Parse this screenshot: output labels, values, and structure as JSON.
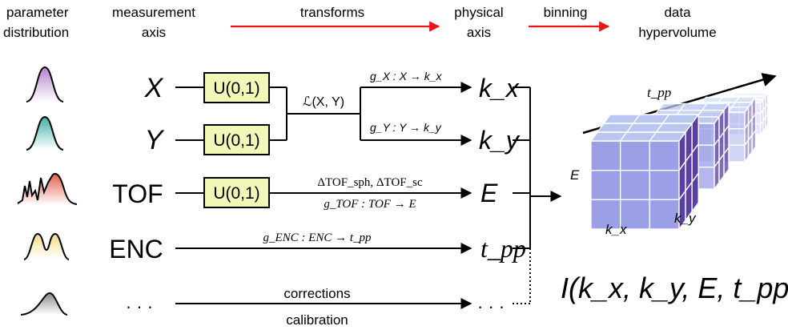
{
  "headers": {
    "parameter_distribution": [
      "parameter",
      "distribution"
    ],
    "measurement_axis": [
      "measurement",
      "axis"
    ],
    "transforms": "transforms",
    "physical_axis": [
      "physical",
      "axis"
    ],
    "binning": "binning",
    "data_hypervolume": [
      "data",
      "hypervolume"
    ]
  },
  "measurement_axes": [
    "X",
    "Y",
    "TOF",
    "ENC",
    "· · ·"
  ],
  "uniform_box_label": "U(0,1)",
  "correlation_label": "ℒ(X, Y)",
  "transforms": {
    "gx": "g_X : X → k_x",
    "gy": "g_Y : Y → k_y",
    "tof_top": "ΔTOF_sph, ΔTOF_sc",
    "tof_bottom": "g_TOF : TOF → E",
    "enc": "g_ENC : ENC → t_pp",
    "corrections": "corrections",
    "calibration": "calibration"
  },
  "physical_axes": [
    "k_x",
    "k_y",
    "E",
    "t_pp",
    "· · ·"
  ],
  "cube_labels": {
    "time": "t_pp",
    "energy": "E",
    "kx": "k_x",
    "ky": "k_y"
  },
  "formula": "I(k_x, k_y, E, t_pp, ...)",
  "colors": {
    "arrow_red": "#e8161b",
    "box_fill": "#f2f7b8",
    "dist_purple": "#b784c9",
    "dist_teal": "#3fb3a8",
    "dist_red": "#e0604a",
    "dist_yellow": "#f2dc8c",
    "dist_gray": "#8a8a8a",
    "cube_front": "#9a9fe6",
    "cube_side": "#5a3fa2",
    "cube_top": "#b8c6f0"
  }
}
